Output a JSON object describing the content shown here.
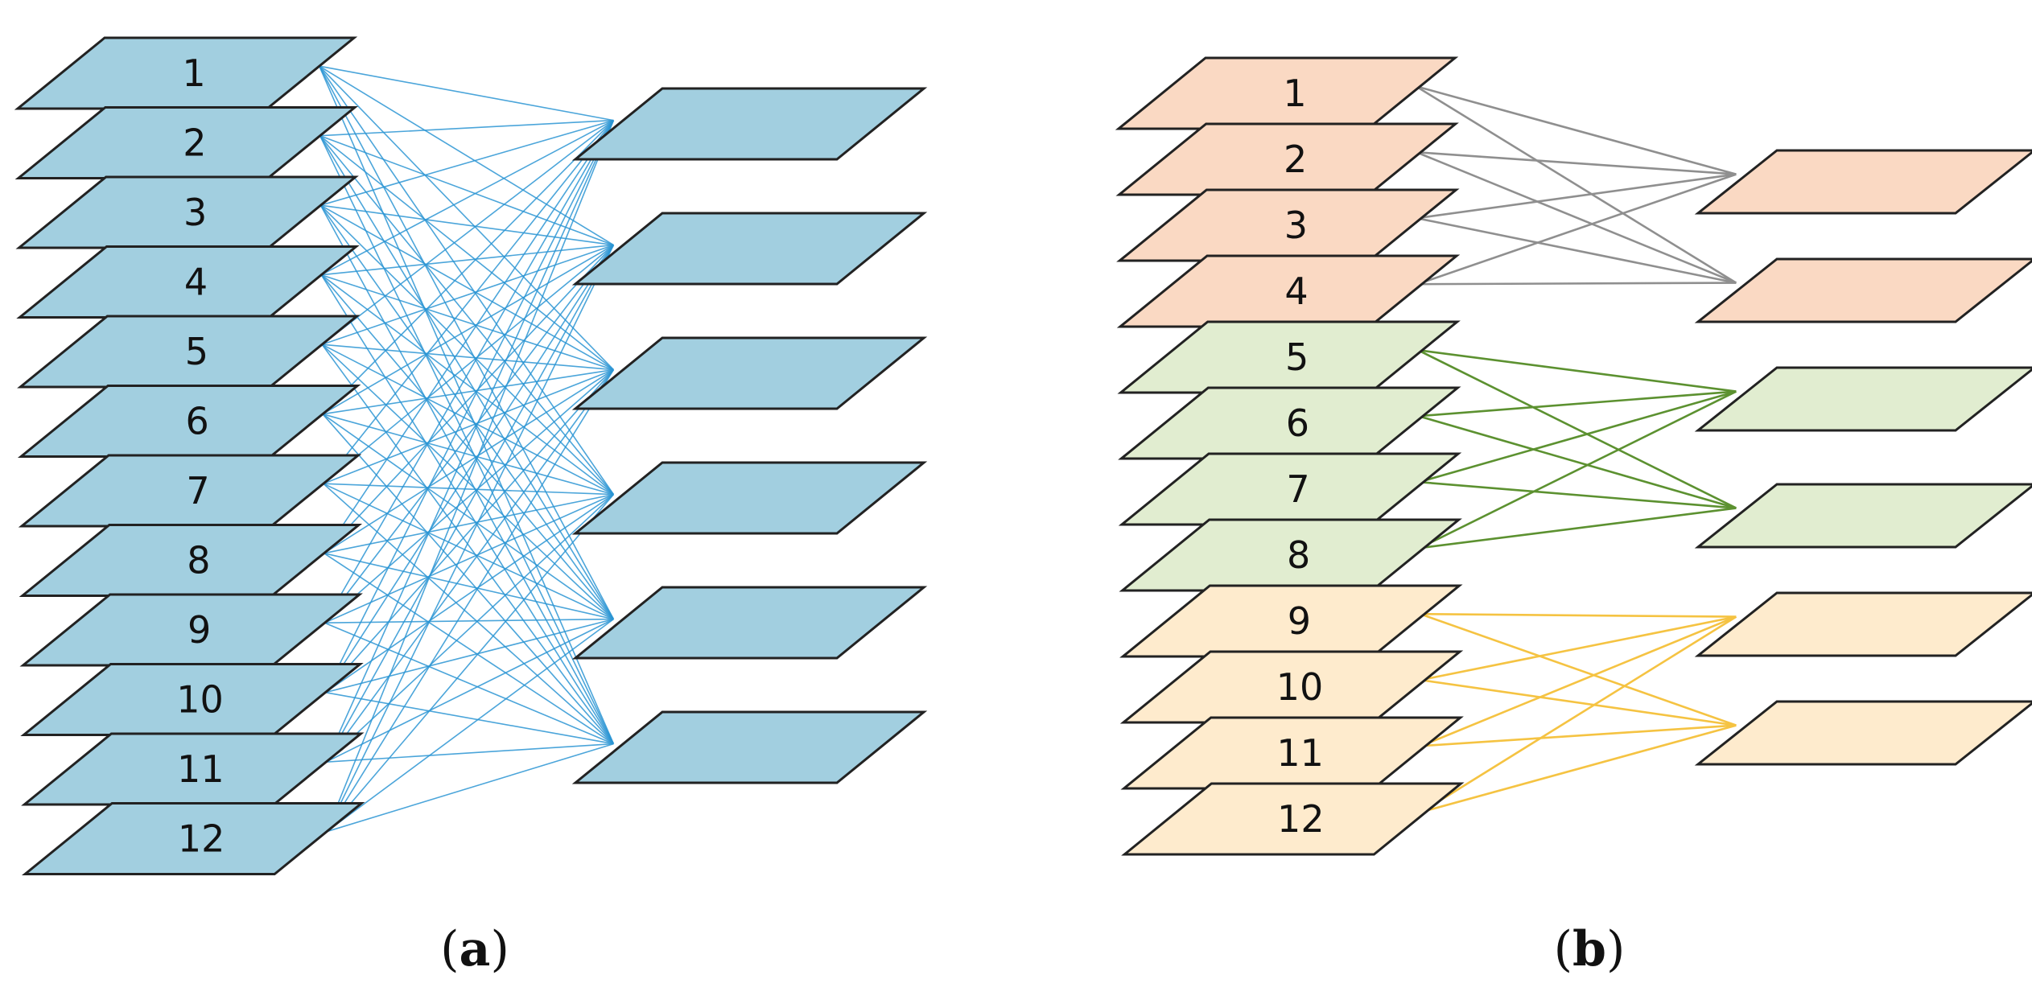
{
  "panels": [
    {
      "id": "a",
      "caption": {
        "open": "(",
        "letter": "a",
        "close": ")"
      },
      "connection": "full",
      "colors": {
        "input_fill": "#a2cfe0",
        "output_fill": "#a2cfe0",
        "edge": "#2b95d3",
        "outline": "#222222"
      },
      "input_layers": [
        "1",
        "2",
        "3",
        "4",
        "5",
        "6",
        "7",
        "8",
        "9",
        "10",
        "11",
        "12"
      ],
      "output_layer_count": 6
    },
    {
      "id": "b",
      "caption": {
        "open": "(",
        "letter": "b",
        "close": ")"
      },
      "connection": "grouped",
      "colors": {
        "outline": "#222222"
      },
      "groups": [
        {
          "input_layers": [
            "1",
            "2",
            "3",
            "4"
          ],
          "output_layer_count": 2,
          "fill": "#fad9c3",
          "edge": "#8f8f8f"
        },
        {
          "input_layers": [
            "5",
            "6",
            "7",
            "8"
          ],
          "output_layer_count": 2,
          "fill": "#e1edd0",
          "edge": "#5c9130"
        },
        {
          "input_layers": [
            "9",
            "10",
            "11",
            "12"
          ],
          "output_layer_count": 2,
          "fill": "#feebcd",
          "edge": "#f5c342"
        }
      ]
    }
  ]
}
